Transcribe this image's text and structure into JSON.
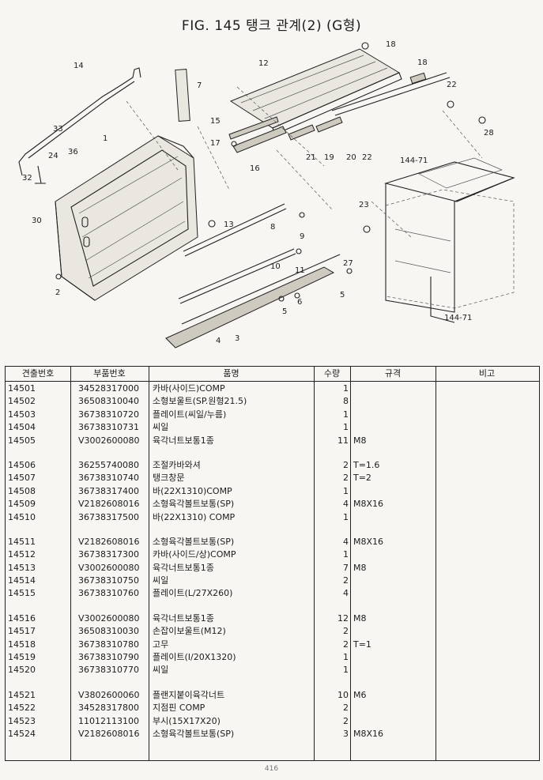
{
  "title": "FIG. 145 탱크 관계(2) (G형)",
  "callouts": [
    "1",
    "2",
    "3",
    "4",
    "5",
    "5",
    "6",
    "7",
    "8",
    "9",
    "10",
    "11",
    "12",
    "13",
    "14",
    "15",
    "16",
    "17",
    "18",
    "18",
    "19",
    "20",
    "21",
    "22",
    "22",
    "23",
    "24",
    "27",
    "28",
    "30",
    "32",
    "33",
    "36",
    "144-71",
    "144-71"
  ],
  "table": {
    "headers": [
      "견출번호",
      "부품번호",
      "품명",
      "수량",
      "규격",
      "비고"
    ],
    "groups": [
      [
        {
          "no": "14501",
          "part": "34528317000",
          "name": "카바(사이드)COMP",
          "qty": "1",
          "spec": ""
        },
        {
          "no": "14502",
          "part": "36508310040",
          "name": "소형보울트(SP.원형21.5)",
          "qty": "8",
          "spec": ""
        },
        {
          "no": "14503",
          "part": "36738310720",
          "name": "플레이트(씨일/누름)",
          "qty": "1",
          "spec": ""
        },
        {
          "no": "14504",
          "part": "36738310731",
          "name": "씨일",
          "qty": "1",
          "spec": ""
        },
        {
          "no": "14505",
          "part": "V3002600080",
          "name": "육각너트보통1종",
          "qty": "11",
          "spec": "M8"
        }
      ],
      [
        {
          "no": "14506",
          "part": "36255740080",
          "name": "조절카바와셔",
          "qty": "2",
          "spec": "T=1.6"
        },
        {
          "no": "14507",
          "part": "36738310740",
          "name": "탱크창문",
          "qty": "2",
          "spec": "T=2"
        },
        {
          "no": "14508",
          "part": "36738317400",
          "name": "바(22X1310)COMP",
          "qty": "1",
          "spec": ""
        },
        {
          "no": "14509",
          "part": "V2182608016",
          "name": "소형육각볼트보통(SP)",
          "qty": "4",
          "spec": "M8X16"
        },
        {
          "no": "14510",
          "part": "36738317500",
          "name": "바(22X1310) COMP",
          "qty": "1",
          "spec": ""
        }
      ],
      [
        {
          "no": "14511",
          "part": "V2182608016",
          "name": "소형육각볼트보통(SP)",
          "qty": "4",
          "spec": "M8X16"
        },
        {
          "no": "14512",
          "part": "36738317300",
          "name": "카바(사이드/상)COMP",
          "qty": "1",
          "spec": ""
        },
        {
          "no": "14513",
          "part": "V3002600080",
          "name": "육각너트보통1종",
          "qty": "7",
          "spec": "M8"
        },
        {
          "no": "14514",
          "part": "36738310750",
          "name": "씨일",
          "qty": "2",
          "spec": ""
        },
        {
          "no": "14515",
          "part": "36738310760",
          "name": "플레이트(L/27X260)",
          "qty": "4",
          "spec": ""
        }
      ],
      [
        {
          "no": "14516",
          "part": "V3002600080",
          "name": "육각너트보통1종",
          "qty": "12",
          "spec": "M8"
        },
        {
          "no": "14517",
          "part": "36508310030",
          "name": "손잡이보울트(M12)",
          "qty": "2",
          "spec": ""
        },
        {
          "no": "14518",
          "part": "36738310780",
          "name": "고무",
          "qty": "2",
          "spec": "T=1"
        },
        {
          "no": "14519",
          "part": "36738310790",
          "name": "플레이트(I/20X1320)",
          "qty": "1",
          "spec": ""
        },
        {
          "no": "14520",
          "part": "36738310770",
          "name": "씨일",
          "qty": "1",
          "spec": ""
        }
      ],
      [
        {
          "no": "14521",
          "part": "V3802600060",
          "name": "플랜지붙이육각너트",
          "qty": "10",
          "spec": "M6"
        },
        {
          "no": "14522",
          "part": "34528317800",
          "name": "지점핀 COMP",
          "qty": "2",
          "spec": ""
        },
        {
          "no": "14523",
          "part": "11012113100",
          "name": "부시(15X17X20)",
          "qty": "2",
          "spec": ""
        },
        {
          "no": "14524",
          "part": "V2182608016",
          "name": "소형육각볼트보통(SP)",
          "qty": "3",
          "spec": "M8X16"
        }
      ]
    ]
  },
  "page_number": "416"
}
